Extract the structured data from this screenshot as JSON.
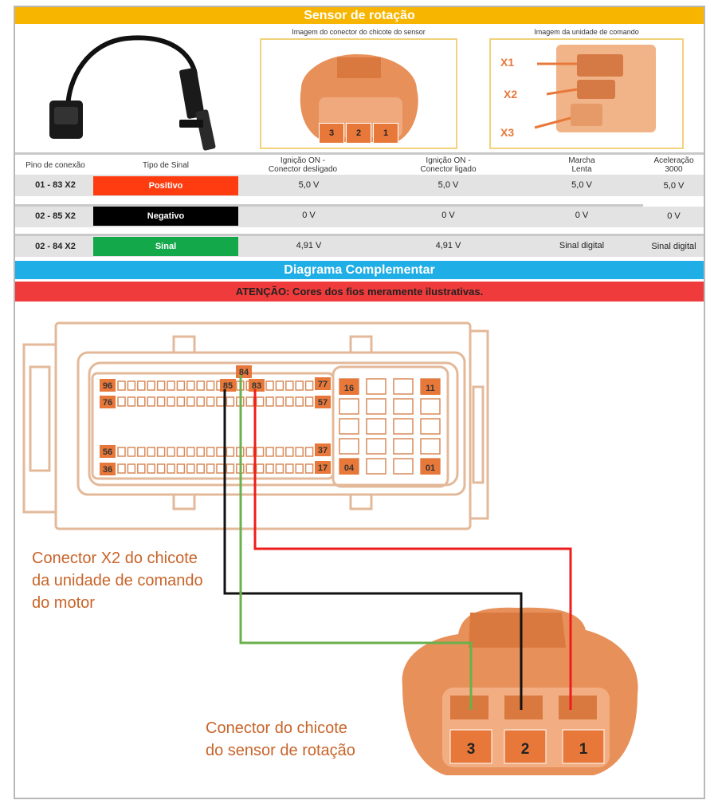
{
  "header": {
    "title": "Sensor de rotação"
  },
  "images": {
    "connector_caption": "Imagem do conector do chicote do sensor",
    "ecu_caption": "Imagem da unidade de comando",
    "connector_pins": [
      "3",
      "2",
      "1"
    ],
    "ecu_labels": [
      "X1",
      "X2",
      "X3"
    ]
  },
  "table": {
    "headers": [
      "Pino de conexão",
      "Tipo de Sinal",
      "Ignição ON -\nConector desligado",
      "Ignição ON -\nConector ligado",
      "Marcha\nLenta",
      "Aceleração\n3000"
    ],
    "rows": [
      {
        "pin": "01 - 83 X2",
        "signal": "Positivo",
        "color": "#ff3c0f",
        "v1": "5,0 V",
        "v2": "5,0 V",
        "v3": "5,0 V",
        "v4": "5,0 V"
      },
      {
        "pin": "02 - 85 X2",
        "signal": "Negativo",
        "color": "#000000",
        "v1": "0 V",
        "v2": "0 V",
        "v3": "0 V",
        "v4": "0 V"
      },
      {
        "pin": "02 - 84 X2",
        "signal": "Sinal",
        "color": "#13a84a",
        "v1": "4,91 V",
        "v2": "4,91 V",
        "v3": "Sinal digital",
        "v4": "Sinal digital"
      }
    ]
  },
  "diagram": {
    "title": "Diagrama Complementar",
    "warning": "ATENÇÃO: Cores dos fios meramente ilustrativas.",
    "ecu_pins": [
      "96",
      "76",
      "84",
      "85",
      "83",
      "77",
      "57",
      "56",
      "36",
      "37",
      "17",
      "16",
      "11",
      "04",
      "01"
    ],
    "sensor_pins": [
      "3",
      "2",
      "1"
    ],
    "ecu_connector_label": [
      "Conector X2 do chicote",
      "da unidade de comando",
      "do motor"
    ],
    "sensor_connector_label": [
      "Conector do chicote",
      "do sensor de rotação"
    ],
    "wire_colors": {
      "positive": "#ee1c1c",
      "negative": "#111111",
      "signal": "#6ab04c"
    }
  },
  "colors": {
    "accent_orange": "#e8783a",
    "title_yellow": "#f7b500",
    "diagram_blue": "#1faee6",
    "warning_red": "#ef3b3b"
  }
}
